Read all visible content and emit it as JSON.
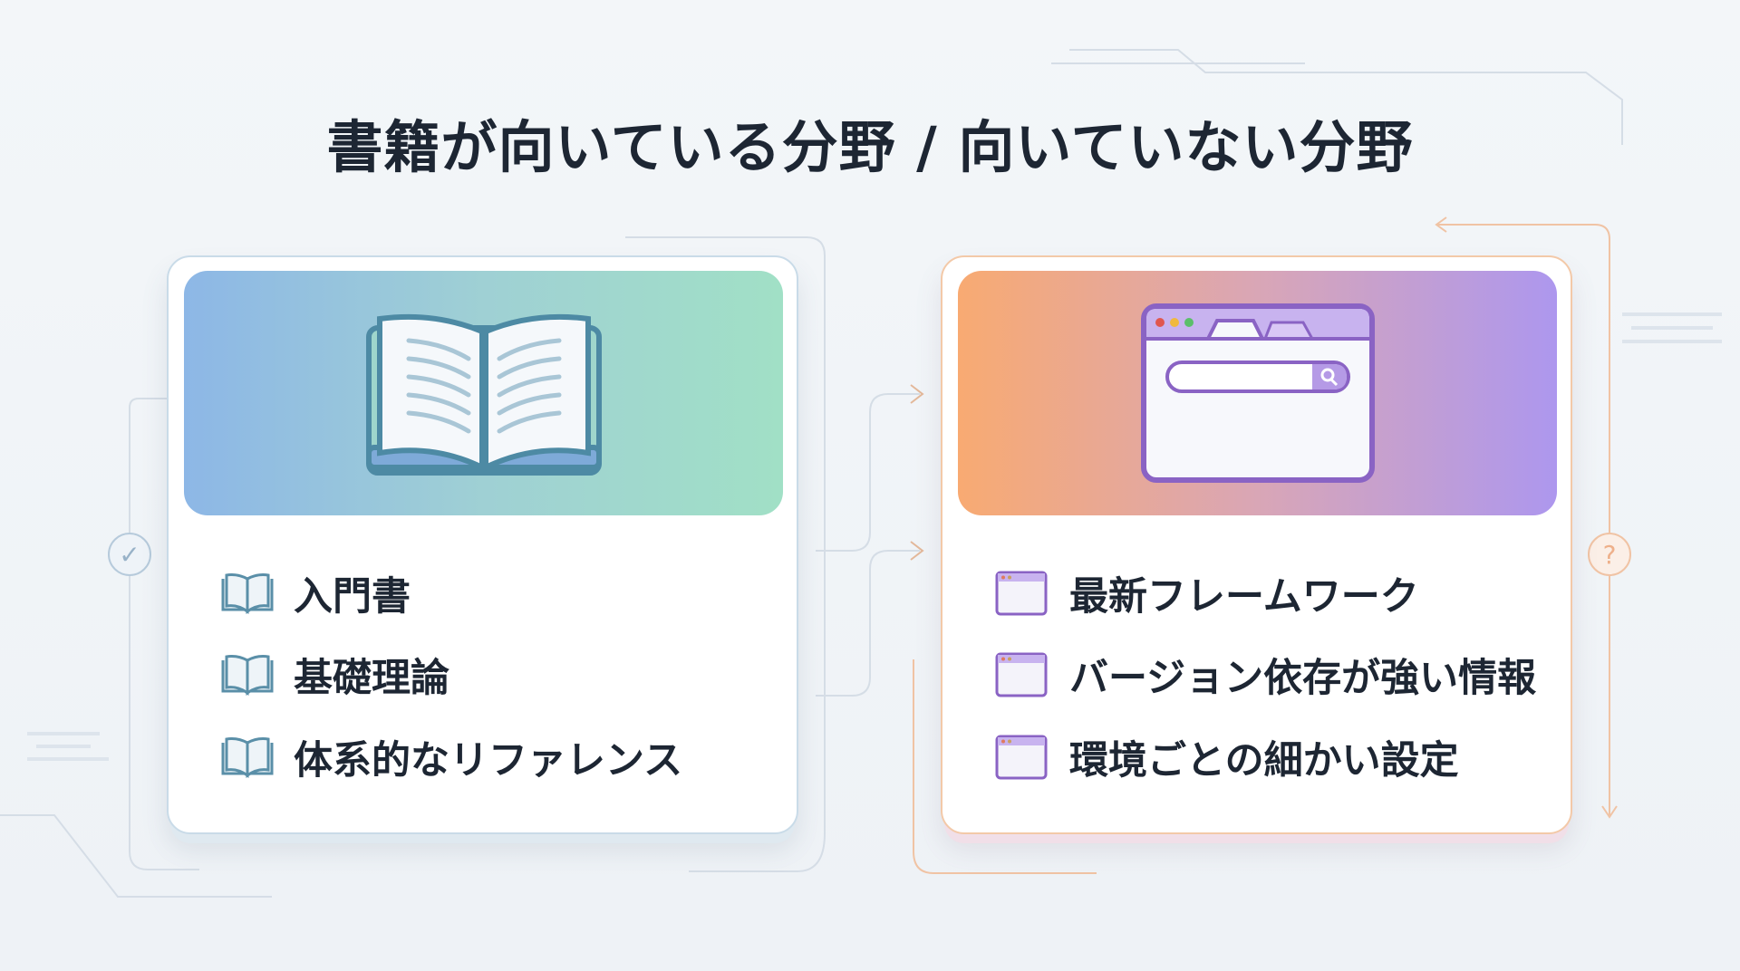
{
  "title": "書籍が向いている分野 / 向いていない分野",
  "left_card": {
    "items": [
      "入門書",
      "基礎理論",
      "体系的なリファレンス"
    ],
    "icon": "open-book-icon",
    "accent": "#5a8fa8"
  },
  "right_card": {
    "items": [
      "最新フレームワーク",
      "バージョン依存が強い情報",
      "環境ごとの細かい設定"
    ],
    "icon": "browser-window-icon",
    "accent": "#8a63c4"
  },
  "left_marker": "check-icon",
  "right_marker": {
    "icon": "question-icon",
    "glyph": "?"
  }
}
